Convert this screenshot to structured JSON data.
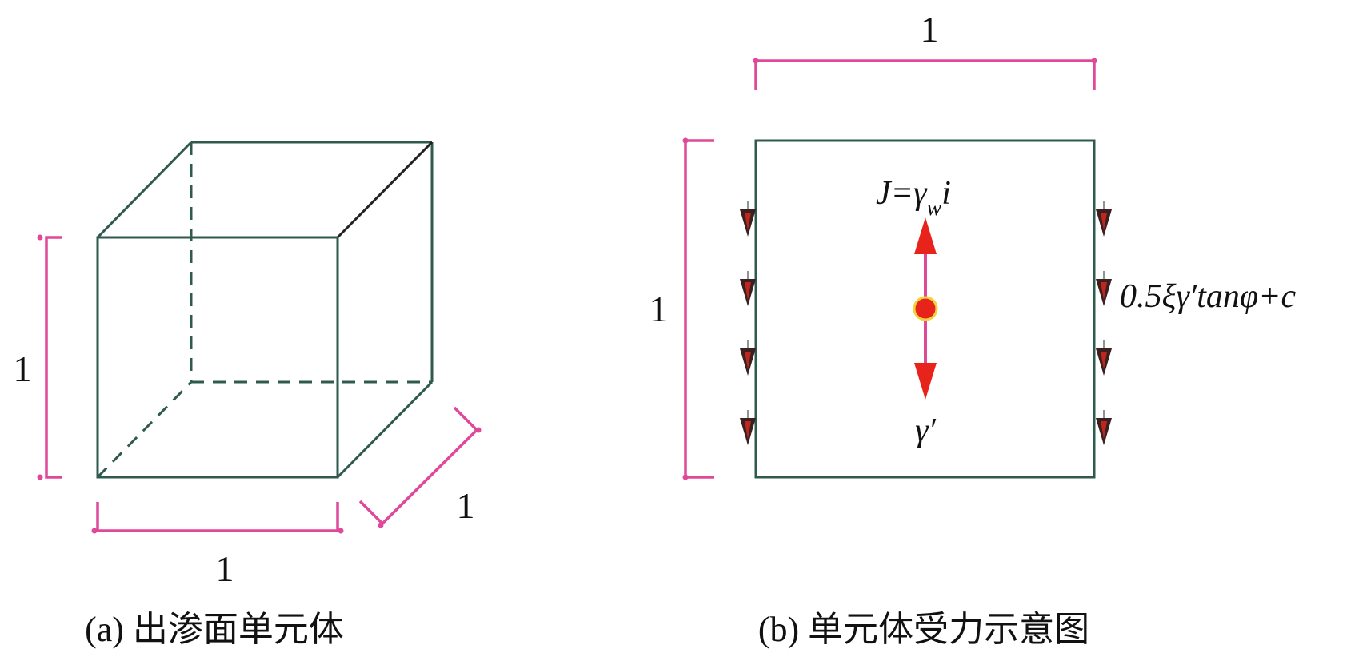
{
  "panel_a": {
    "caption": "(a) 出渗面单元体",
    "dim_height": "1",
    "dim_width": "1",
    "dim_depth": "1"
  },
  "panel_b": {
    "caption": "(b) 单元体受力示意图",
    "dim_top": "1",
    "dim_left": "1",
    "force_up_main": "J=γ",
    "force_up_sub": "w",
    "force_up_tail": "i",
    "force_down": "γ′",
    "side_force": "0.5ξγ′tanφ+c"
  },
  "colors": {
    "outline": "#2f5a4e",
    "dimension": "#e0489a",
    "arrow": "#e8231b",
    "center_point": "#e8231b",
    "side_arrow": "#3a2020",
    "text": "#111111"
  }
}
